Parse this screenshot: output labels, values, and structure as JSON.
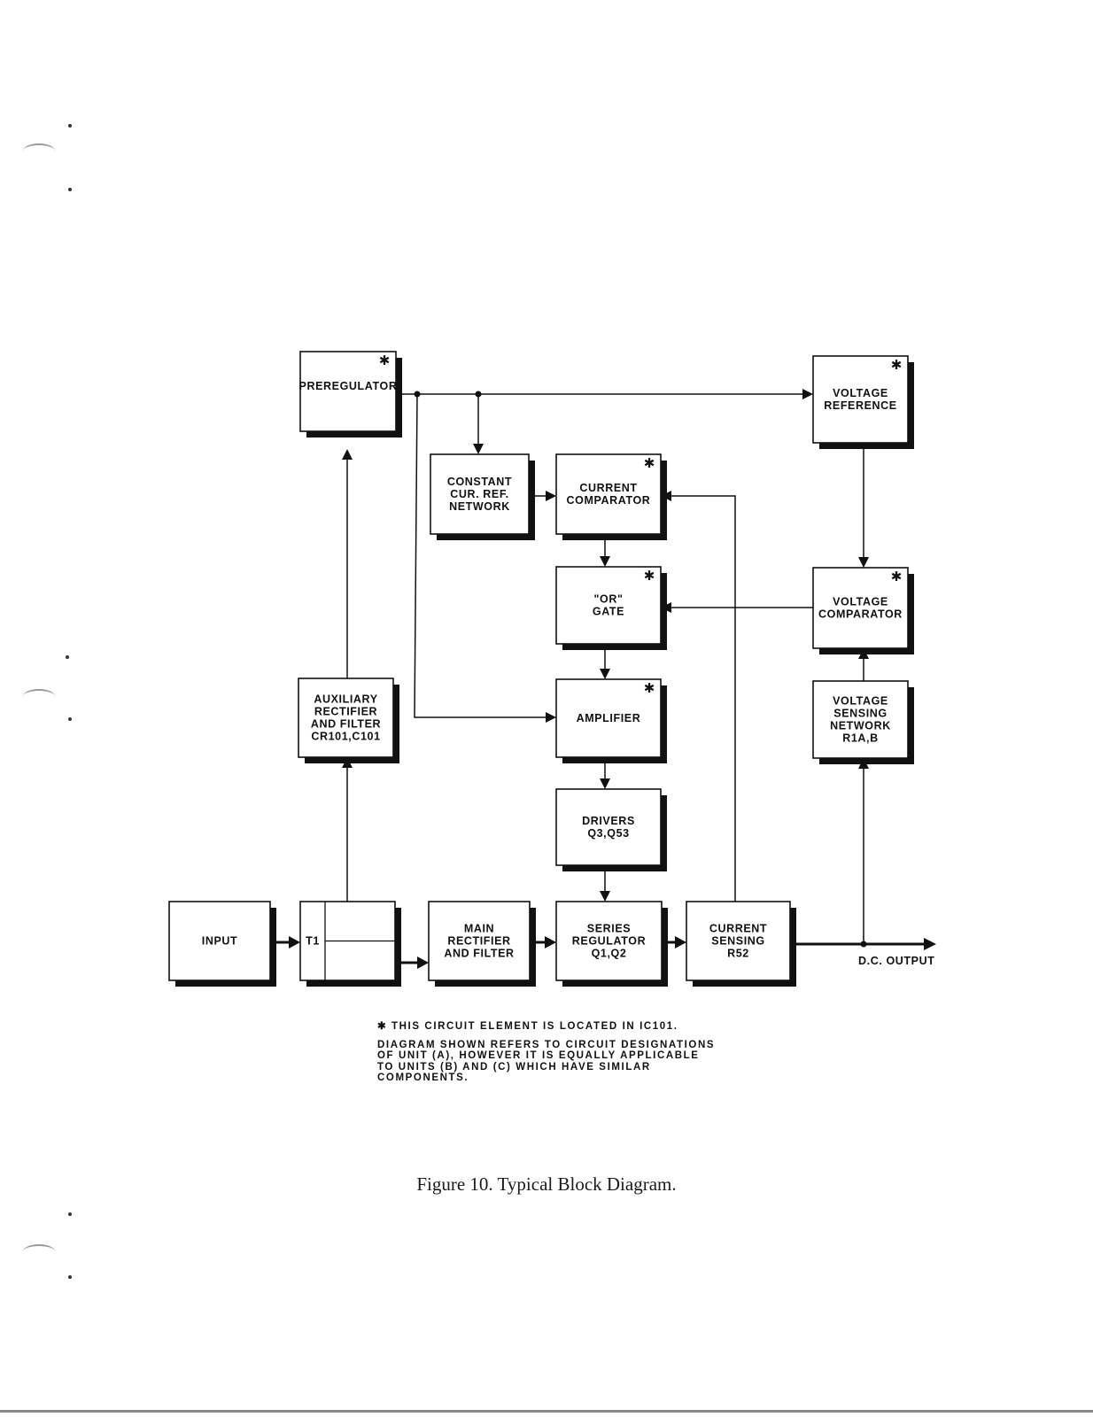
{
  "blocks": [
    {
      "id": "preregulator",
      "lines": [
        "PREREGULATOR"
      ],
      "star": true
    },
    {
      "id": "voltage-reference",
      "lines": [
        "VOLTAGE",
        "REFERENCE"
      ],
      "star": true
    },
    {
      "id": "constant-cur-ref-network",
      "lines": [
        "CONSTANT",
        "CUR. REF.",
        "NETWORK"
      ],
      "star": false
    },
    {
      "id": "current-comparator",
      "lines": [
        "CURRENT",
        "COMPARATOR"
      ],
      "star": true
    },
    {
      "id": "or-gate",
      "lines": [
        "\"OR\"",
        "GATE"
      ],
      "star": true
    },
    {
      "id": "voltage-comparator",
      "lines": [
        "VOLTAGE",
        "COMPARATOR"
      ],
      "star": true
    },
    {
      "id": "auxiliary-rectifier",
      "lines": [
        "AUXILIARY",
        "RECTIFIER",
        "AND FILTER",
        "CR101,C101"
      ],
      "star": false
    },
    {
      "id": "amplifier",
      "lines": [
        "AMPLIFIER"
      ],
      "star": true
    },
    {
      "id": "voltage-sensing-network",
      "lines": [
        "VOLTAGE",
        "SENSING",
        "NETWORK",
        "R1A,B"
      ],
      "star": false
    },
    {
      "id": "drivers",
      "lines": [
        "DRIVERS",
        "Q3,Q53"
      ],
      "star": false
    },
    {
      "id": "input",
      "lines": [
        "INPUT"
      ],
      "star": false
    },
    {
      "id": "t1",
      "lines": [
        "T1"
      ],
      "star": false
    },
    {
      "id": "main-rectifier",
      "lines": [
        "MAIN",
        "RECTIFIER",
        "AND FILTER"
      ],
      "star": false
    },
    {
      "id": "series-regulator",
      "lines": [
        "SERIES",
        "REGULATOR",
        "Q1,Q2"
      ],
      "star": false
    },
    {
      "id": "current-sensing",
      "lines": [
        "CURRENT",
        "SENSING",
        "R52"
      ],
      "star": false
    }
  ],
  "output_label": "D.C. OUTPUT",
  "star_symbol": "✱",
  "notes": {
    "line1": "✱ THIS CIRCUIT ELEMENT IS LOCATED IN IC101.",
    "line2": "DIAGRAM SHOWN REFERS TO CIRCUIT DESIGNATIONS\nOF UNIT (A), HOWEVER IT IS EQUALLY APPLICABLE\nTO UNITS (B) AND (C) WHICH HAVE SIMILAR\nCOMPONENTS."
  },
  "caption": "Figure 10. Typical Block Diagram."
}
